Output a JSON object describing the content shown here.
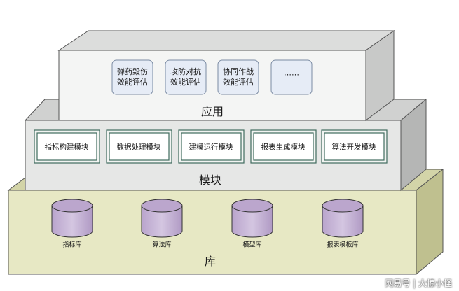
{
  "layers": {
    "app": {
      "title": "应用",
      "cards": [
        {
          "line1": "弹药毁伤",
          "line2": "效能评估"
        },
        {
          "line1": "攻防对抗",
          "line2": "效能评估"
        },
        {
          "line1": "协同作战",
          "line2": "效能评估"
        },
        {
          "line1": "……",
          "line2": ""
        }
      ]
    },
    "module": {
      "title": "模块",
      "items": [
        "指标构建模块",
        "数据处理模块",
        "建模运行模块",
        "报表生成模块",
        "算法开发模块"
      ]
    },
    "library": {
      "title": "库",
      "databases": [
        "指标库",
        "算法库",
        "模型库",
        "报表模板库"
      ]
    }
  },
  "watermark": "网易号 | 大惊小怪",
  "colors": {
    "app_front": "#f4f5f4",
    "app_top": "#dcdddc",
    "app_side": "#c8c9c8",
    "module_front": "#e6e7e6",
    "module_top": "#d0d1d0",
    "module_side": "#b5b6b5",
    "library_front": "#e7e8c4",
    "library_top": "#d3d4a8",
    "library_side": "#bfc08f",
    "card_fill": "#e6ecf6",
    "card_stroke": "#7b8ba3",
    "database_fill": "#c9b8d9",
    "database_top": "#bba6cd",
    "module_box_border": "#3f6b5e"
  }
}
